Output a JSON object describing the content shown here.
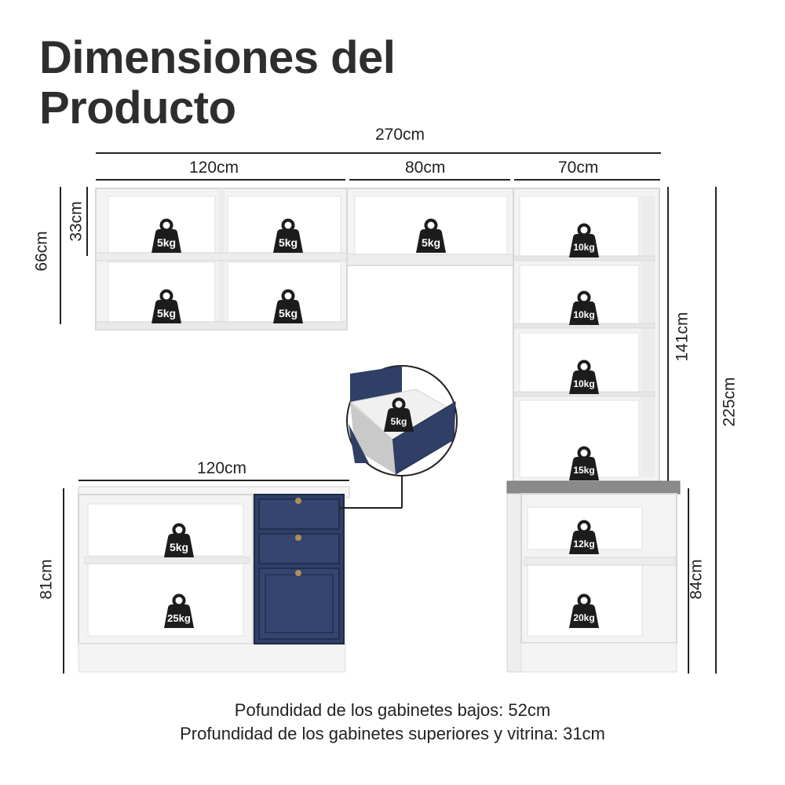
{
  "title": {
    "line1": "Dimensiones del",
    "line2": "Producto"
  },
  "dimensions": {
    "total_width": "270cm",
    "upper_left_width": "120cm",
    "upper_middle_width": "80cm",
    "upper_right_width": "70cm",
    "upper_shelf_height": "33cm",
    "upper_height": "66cm",
    "tower_upper_height": "141cm",
    "tower_total_height": "225cm",
    "base_width": "120cm",
    "base_height": "81cm",
    "tower_base_height": "84cm"
  },
  "weights": {
    "upper_left_top_1": "5kg",
    "upper_left_top_2": "5kg",
    "upper_left_bottom_1": "5kg",
    "upper_left_bottom_2": "5kg",
    "upper_middle": "5kg",
    "tower_shelf_1": "10kg",
    "tower_shelf_2": "10kg",
    "tower_shelf_3": "10kg",
    "tower_shelf_4": "15kg",
    "drawer_detail": "5kg",
    "base_shelf_top": "5kg",
    "base_shelf_bottom": "25kg",
    "tower_base_top": "12kg",
    "tower_base_bottom": "20kg"
  },
  "footer": {
    "line1": "Pofundidad de los gabinetes bajos: 52cm",
    "line2": "Profundidad de los gabinetes superiores y vitrina: 31cm"
  },
  "colors": {
    "cabinet_white": "#f7f7f7",
    "cabinet_edge": "#d6d6d6",
    "door_navy": "#2f3f66",
    "countertop_gray": "#8a8a8a",
    "weight_icon": "#1c1c1c"
  }
}
